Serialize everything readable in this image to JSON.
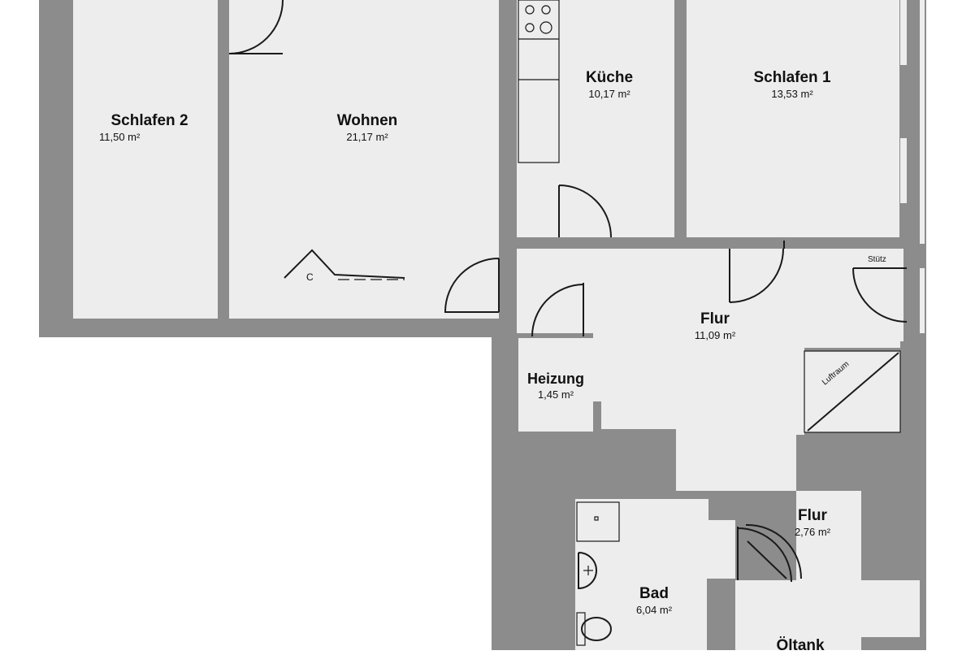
{
  "rooms": [
    {
      "name": "Schlafen 2",
      "area": "11,50 m²"
    },
    {
      "name": "Wohnen",
      "area": "21,17 m²"
    },
    {
      "name": "Küche",
      "area": "10,17 m²"
    },
    {
      "name": "Schlafen 1",
      "area": "13,53 m²"
    },
    {
      "name": "Flur",
      "area": "11,09 m²"
    },
    {
      "name": "Heizung",
      "area": "1,45 m²"
    },
    {
      "name": "Flur",
      "area": "2,76 m²"
    },
    {
      "name": "Bad",
      "area": "6,04 m²"
    },
    {
      "name": "Öltank",
      "area": ""
    }
  ],
  "annotations": {
    "luftraum": "Luftraum",
    "stuetze": "Stütz",
    "marker": "C"
  }
}
